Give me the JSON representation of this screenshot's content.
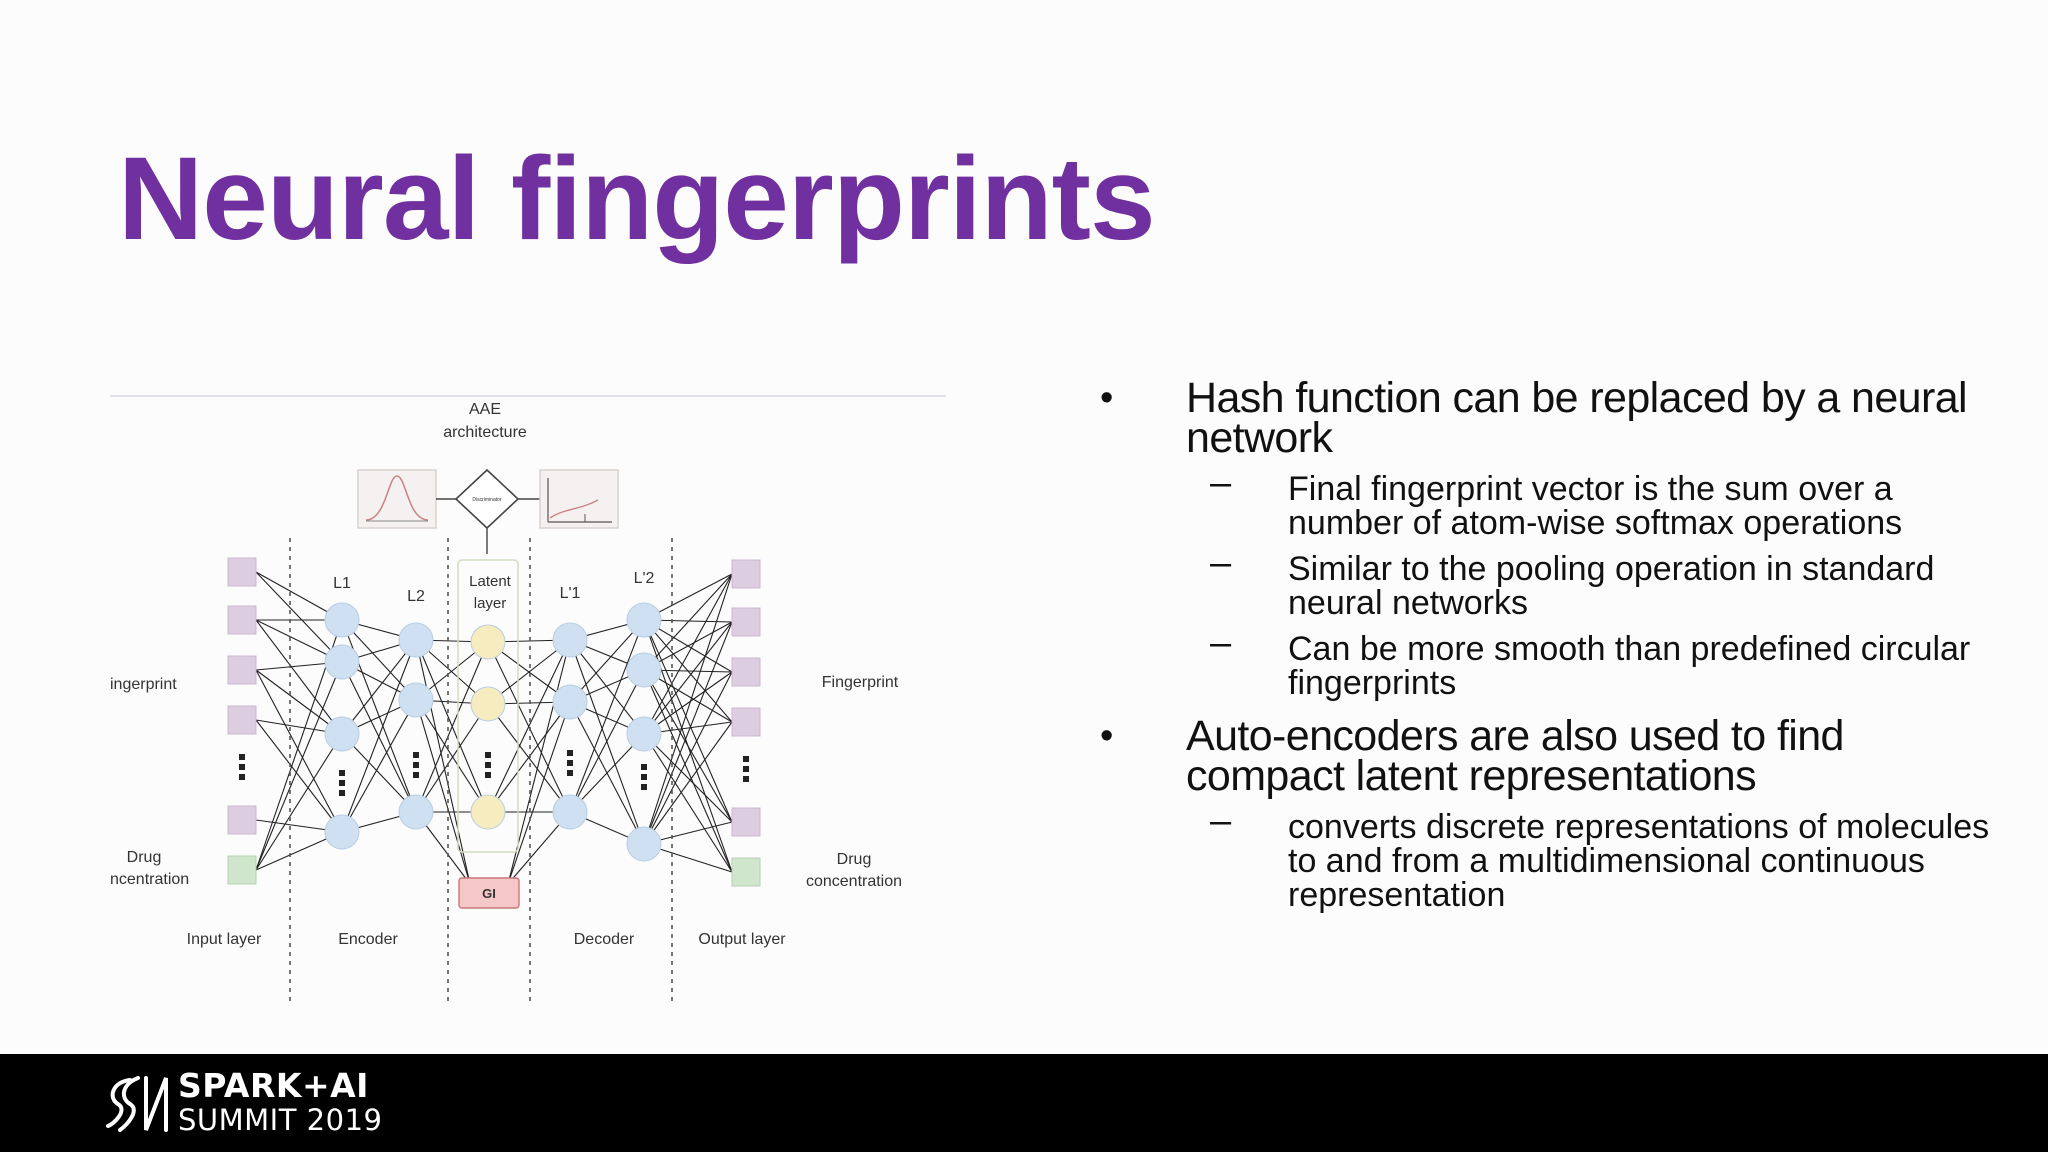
{
  "slide": {
    "title": "Neural fingerprints"
  },
  "figure": {
    "title_line1": "AAE",
    "title_line2": "architecture",
    "discriminator_label": "Discriminator",
    "labels": {
      "l1": "L1",
      "l2": "L2",
      "latent_line1": "Latent",
      "latent_line2": "layer",
      "l1_prime": "L'1",
      "l2_prime": "L'2",
      "gi": "GI",
      "fingerprint_left": "ingerprint",
      "fingerprint_right": "Fingerprint",
      "drug_left_line1": "Drug",
      "drug_left_line2": "ncentration",
      "drug_right_line1": "Drug",
      "drug_right_line2": "concentration",
      "input_layer": "Input layer",
      "encoder": "Encoder",
      "decoder": "Decoder",
      "output_layer": "Output layer"
    }
  },
  "bullets": [
    {
      "level": 1,
      "marker": "•",
      "text": "Hash function can be replaced by a neural network"
    },
    {
      "level": 2,
      "marker": "–",
      "text": "Final fingerprint vector is the sum over a number of atom-wise softmax operations"
    },
    {
      "level": 2,
      "marker": "–",
      "text": "Similar to the pooling operation in standard neural networks"
    },
    {
      "level": 2,
      "marker": "–",
      "text": "Can be more smooth than predefined circular fingerprints"
    },
    {
      "level": 1,
      "marker": "•",
      "text": "Auto-encoders are also used to find compact latent representations"
    },
    {
      "level": 2,
      "marker": "–",
      "text": "converts discrete representations of molecules to and from a multidimensional continuous representation"
    }
  ],
  "footer": {
    "line1": "SPARK+AI",
    "line2": "SUMMIT 2019"
  }
}
